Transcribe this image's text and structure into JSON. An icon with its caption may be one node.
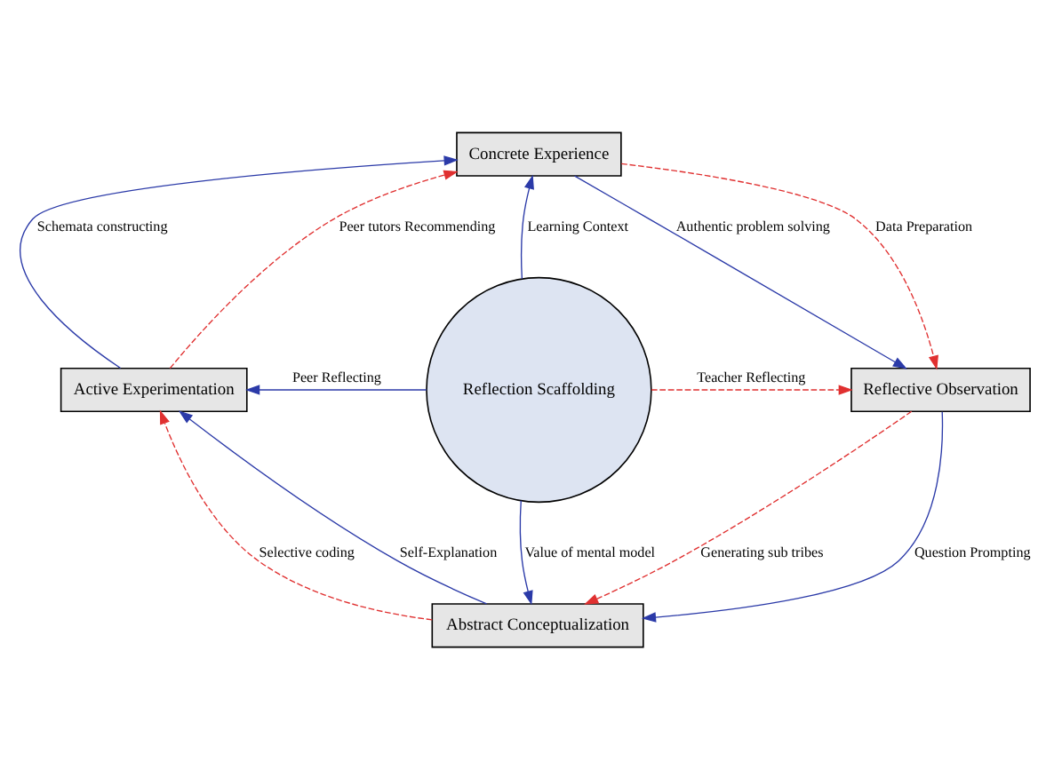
{
  "diagram": {
    "nodes": [
      {
        "text": [
          "Concrete Experience"
        ]
      },
      {
        "text": [
          "Reflective Observation"
        ]
      },
      {
        "text": [
          "Abstract Conceptualization"
        ]
      },
      {
        "text": [
          "Active Experimentation"
        ]
      },
      {
        "text": [
          "Reflection Scaffolding"
        ]
      }
    ],
    "edges": [
      {
        "from": 0,
        "to": 1,
        "arrow": "to",
        "label": "Authentic problem solving"
      },
      {
        "from": 1,
        "to": 2,
        "arrow": "to",
        "label": "Question Prompting"
      },
      {
        "from": 2,
        "to": 3,
        "arrow": "to",
        "label": "Self-Explanation"
      },
      {
        "from": 3,
        "to": 0,
        "arrow": "to",
        "label": "Schemata constructing"
      },
      {
        "from": 0,
        "to": 1,
        "arrow": "to",
        "label": "Data Preparation",
        "style": "dashed",
        "color": "#e03030"
      },
      {
        "from": 1,
        "to": 2,
        "arrow": "to",
        "label": "Generating sub tribes",
        "style": "dashed",
        "color": "#e03030"
      },
      {
        "from": 2,
        "to": 3,
        "arrow": "to",
        "label": "Selective coding",
        "style": "dashed",
        "color": "#e03030"
      },
      {
        "from": 3,
        "to": 0,
        "arrow": "to",
        "label": "Peer tutors Recommending",
        "style": "dashed",
        "color": "#e03030"
      },
      {
        "from": 4,
        "to": 0,
        "arrow": "to",
        "label": "Learning Context"
      },
      {
        "from": 4,
        "to": 3,
        "arrow": "to",
        "label": "Peer Reflecting"
      },
      {
        "from": 4,
        "to": 1,
        "arrow": "to",
        "label": "Teacher Reflecting",
        "style": "dashed",
        "color": "#e03030"
      },
      {
        "from": 4,
        "to": 2,
        "arrow": "to",
        "label": "Value of mental model"
      }
    ]
  }
}
